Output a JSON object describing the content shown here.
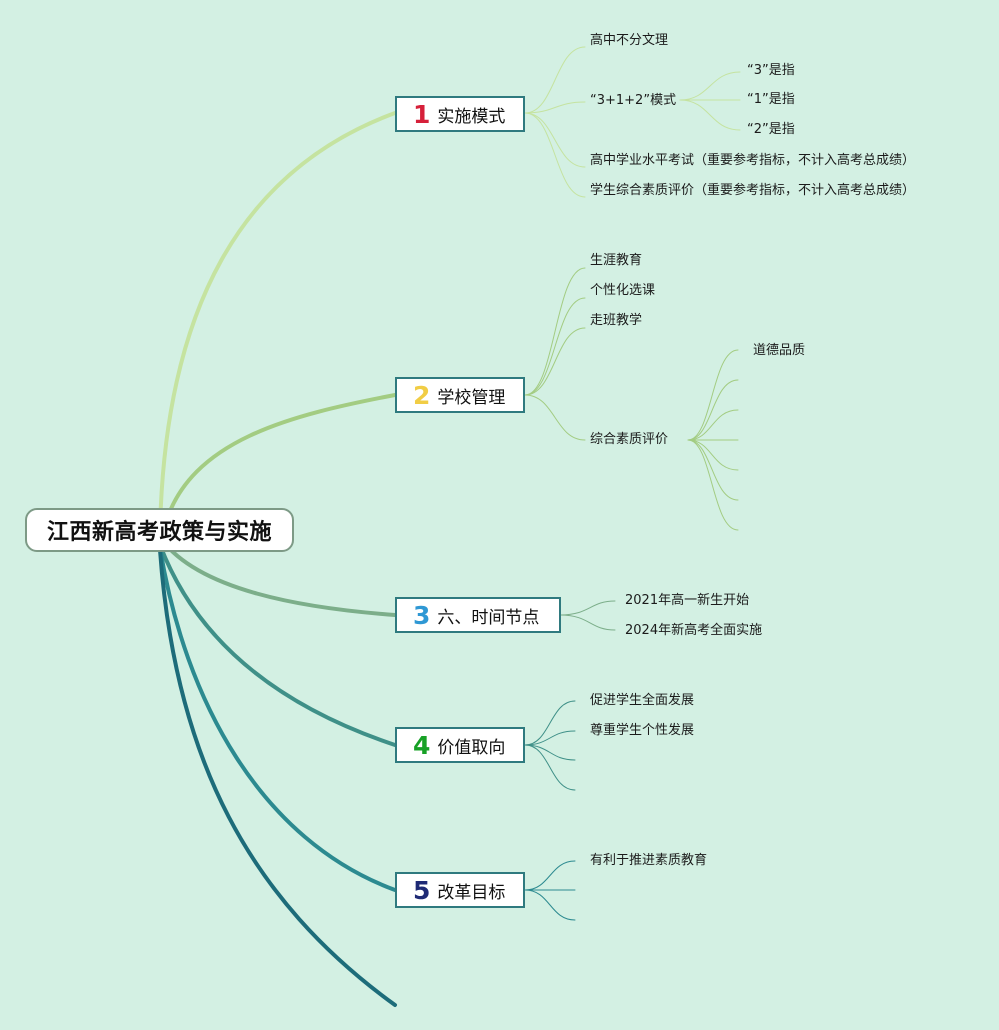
{
  "root": {
    "title": "江西新高考政策与实施"
  },
  "colors": {
    "background": "#d3f0e3",
    "topic1": "#c5e3a0",
    "topic2": "#a3cc82",
    "topic3": "#7cae8a",
    "topic4": "#3f9088",
    "topic5": "#2c8a90",
    "topic6": "#1d6c7a",
    "num1": "#d6203a",
    "num2": "#f1cd45",
    "num3": "#2f98d4",
    "num4": "#17a126",
    "num5": "#1e2a75"
  },
  "topics": [
    {
      "number": "1",
      "label": "实施模式",
      "children": [
        "高中不分文理",
        "“3+1+2”模式",
        "高中学业水平考试（重要参考指标，不计入高考总成绩）",
        "学生综合素质评价（重要参考指标，不计入高考总成绩）"
      ],
      "mode_children": [
        "“3”是指",
        "“1”是指",
        "“2”是指"
      ]
    },
    {
      "number": "2",
      "label": "学校管理",
      "children": [
        "生涯教育",
        "个性化选课",
        "走班教学",
        "综合素质评价"
      ],
      "eval_children": [
        "道德品质"
      ]
    },
    {
      "number": "3",
      "label": "六、时间节点",
      "children": [
        "2021年高一新生开始",
        "2024年新高考全面实施"
      ]
    },
    {
      "number": "4",
      "label": "价值取向",
      "children": [
        "促进学生全面发展",
        "尊重学生个性发展"
      ]
    },
    {
      "number": "5",
      "label": "改革目标",
      "children": [
        "有利于推进素质教育"
      ]
    }
  ]
}
